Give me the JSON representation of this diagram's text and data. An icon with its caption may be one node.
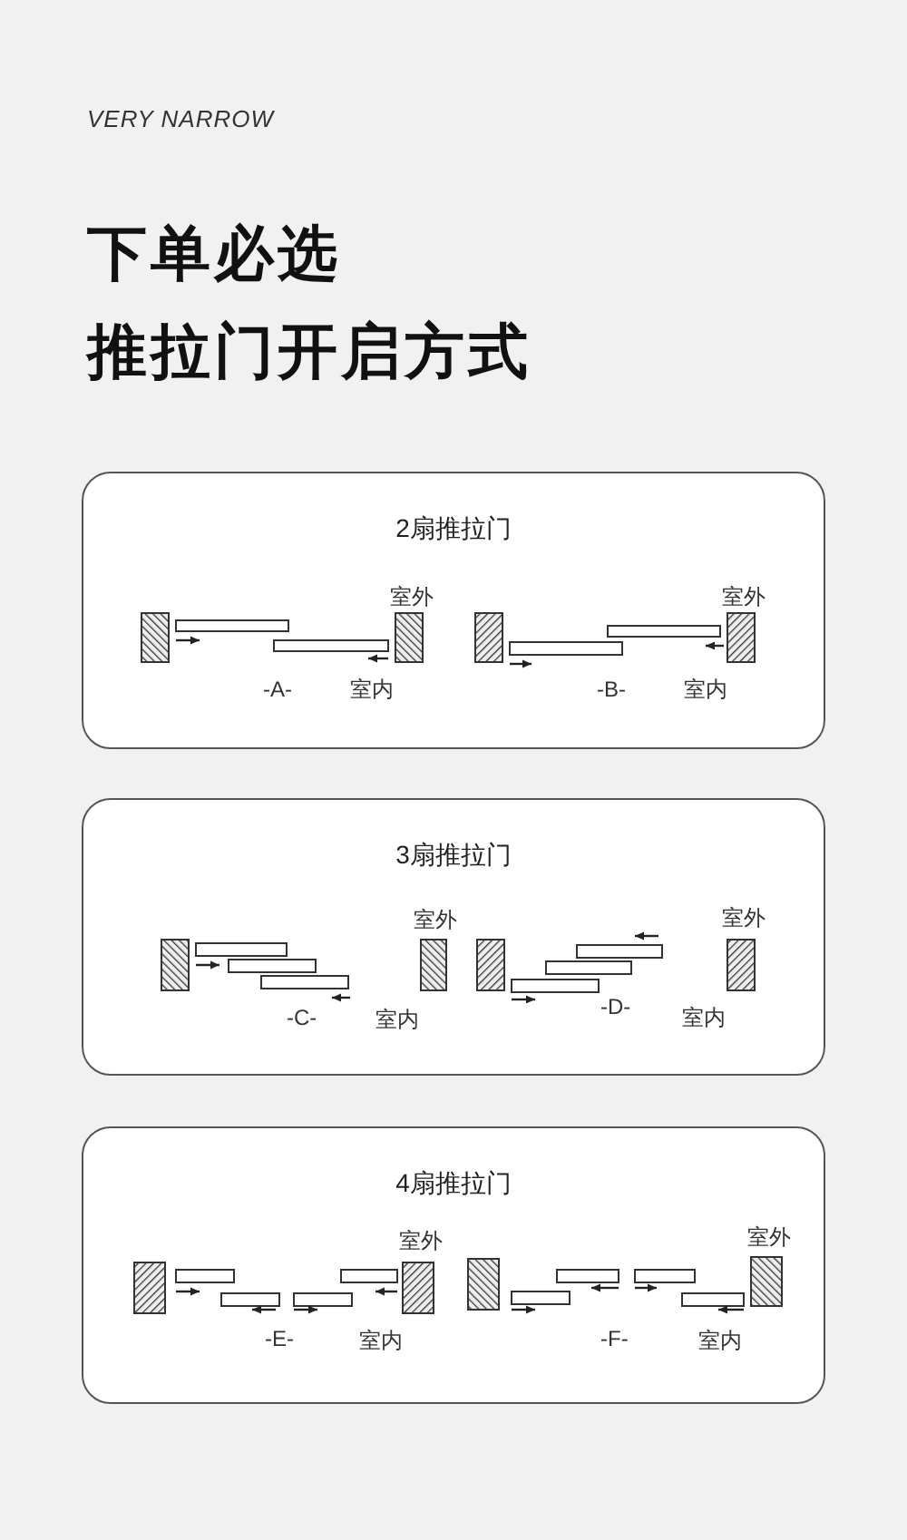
{
  "diagram": {
    "nodes": [
      {
        "text": [
          "2扇推拉门"
        ]
      },
      {
        "text": [
          "3扇推拉门"
        ]
      },
      {
        "text": [
          "4扇推拉门"
        ]
      }
    ],
    "labels": [
      "VERY NARROW",
      "下单必选",
      "推拉门开启方式",
      "室外",
      "-A-",
      "室内",
      "室外",
      "-B-",
      "室内",
      "室外",
      "-C-",
      "室内",
      "室外",
      "-D-",
      "室内",
      "室外",
      "-E-",
      "室内",
      "室外",
      "-F-",
      "室内"
    ]
  }
}
